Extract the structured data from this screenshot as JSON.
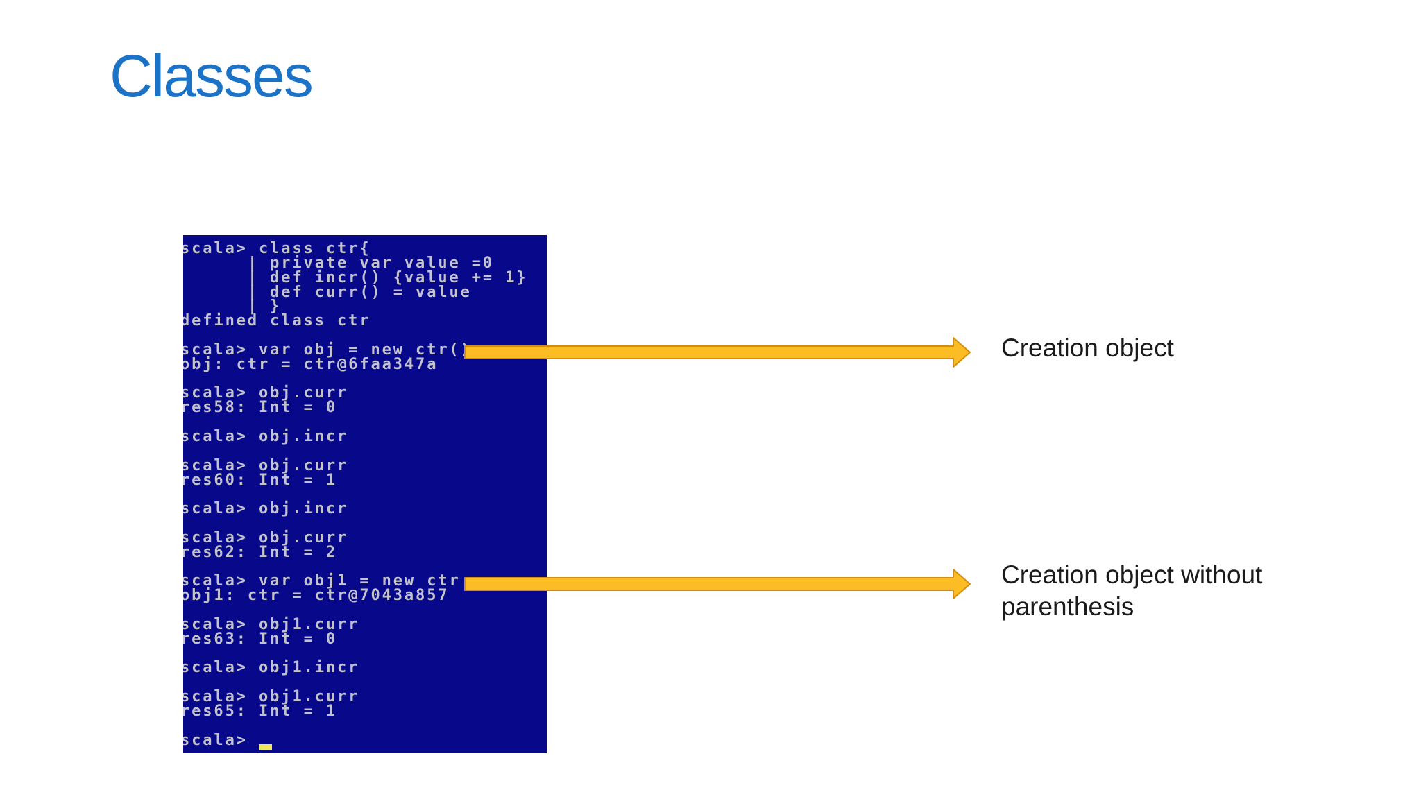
{
  "slide": {
    "title": "Classes"
  },
  "colors": {
    "slide_bg": "#FFFFFF",
    "title_blue": "#1A73C6",
    "terminal_bg": "#08088A",
    "terminal_text": "#C3C3CD",
    "cursor_yellow": "#EFE95E",
    "arrow_fill": "#FBBC24",
    "arrow_border": "#D28E10",
    "label_text": "#1A1A1A"
  },
  "terminal": {
    "lines": [
      "scala> class ctr{",
      "      | private var value =0",
      "      | def incr() {value += 1}",
      "      | def curr() = value",
      "      | }",
      "defined class ctr",
      "",
      "scala> var obj = new ctr()",
      "obj: ctr = ctr@6faa347a",
      "",
      "scala> obj.curr",
      "res58: Int = 0",
      "",
      "scala> obj.incr",
      "",
      "scala> obj.curr",
      "res60: Int = 1",
      "",
      "scala> obj.incr",
      "",
      "scala> obj.curr",
      "res62: Int = 2",
      "",
      "scala> var obj1 = new ctr",
      "obj1: ctr = ctr@7043a857",
      "",
      "scala> obj1.curr",
      "res63: Int = 0",
      "",
      "scala> obj1.incr",
      "",
      "scala> obj1.curr",
      "res65: Int = 1",
      "",
      "scala> "
    ],
    "cursor_style": "yellow-block-cursor"
  },
  "annotations": [
    {
      "label": "Creation object"
    },
    {
      "label": "Creation object without parenthesis"
    }
  ]
}
